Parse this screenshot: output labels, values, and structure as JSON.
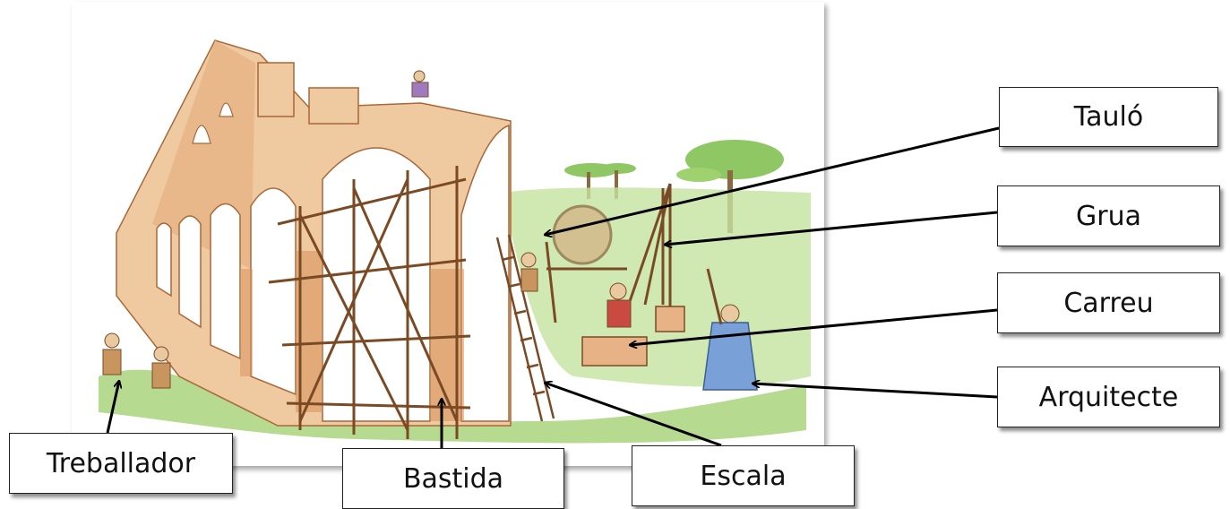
{
  "labels": {
    "taulo": "Tauló",
    "grua": "Grua",
    "carreu": "Carreu",
    "arquitecte": "Arquitecte",
    "treballador": "Treballador",
    "bastida": "Bastida",
    "escala": "Escala"
  },
  "colors": {
    "stone": "#e8b888",
    "stone_shadow": "#d9905a",
    "grass": "#9ccc6a",
    "sky": "#ffffff",
    "arrow": "#000000"
  }
}
